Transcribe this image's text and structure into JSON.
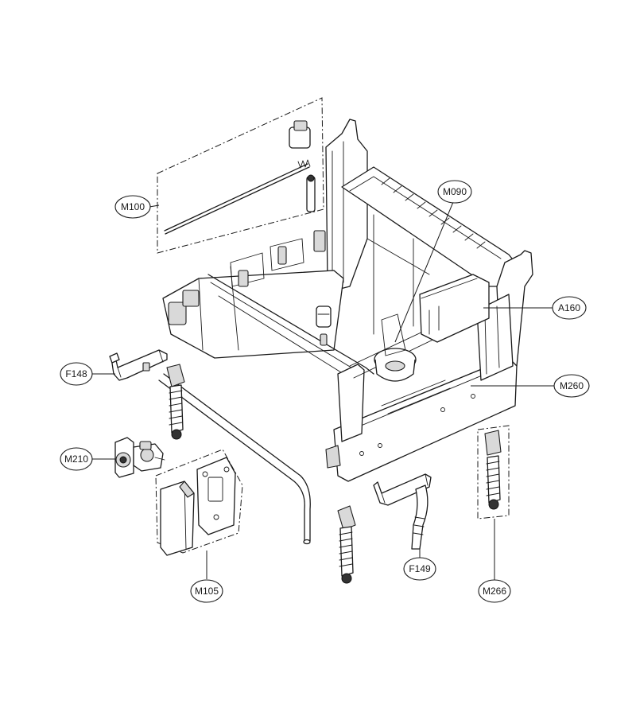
{
  "callouts": {
    "m100": "M100",
    "m090": "M090",
    "a160": "A160",
    "f148": "F148",
    "m260": "M260",
    "m210": "M210",
    "m105": "M105",
    "f149": "F149",
    "m266": "M266"
  },
  "colors": {
    "line": "#1a1a1a",
    "shade": "#d9d9d9",
    "background": "#ffffff"
  }
}
